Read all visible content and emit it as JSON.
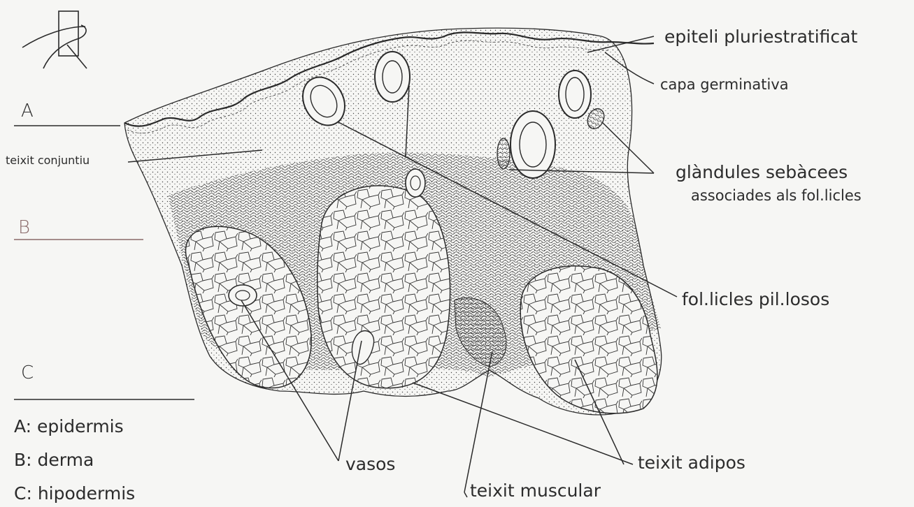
{
  "labels": {
    "epiteli": "epiteli pluriestratificat",
    "capa_germinativa": "capa germinativa",
    "teixit_conjuntiu": "teixit conjuntiu",
    "glandules": "glàndules sebàcees",
    "associades": "associades als fol.licles",
    "foliculs": "fol.licles pil.losos",
    "vasos": "vasos",
    "teixit_adipos": "teixit adipos",
    "teixit_muscular": "teixit muscular"
  },
  "layers": {
    "a": "A",
    "b": "B",
    "c": "C"
  },
  "legend": [
    "A: epidermis",
    "B: derma",
    "C: hipodermis"
  ],
  "colors": {
    "ink": "#2a2a2a",
    "background": "#f6f6f4",
    "layer_b_line": "#8a6a6a"
  },
  "icons": {
    "orientation": "orientation-sketch-icon"
  }
}
